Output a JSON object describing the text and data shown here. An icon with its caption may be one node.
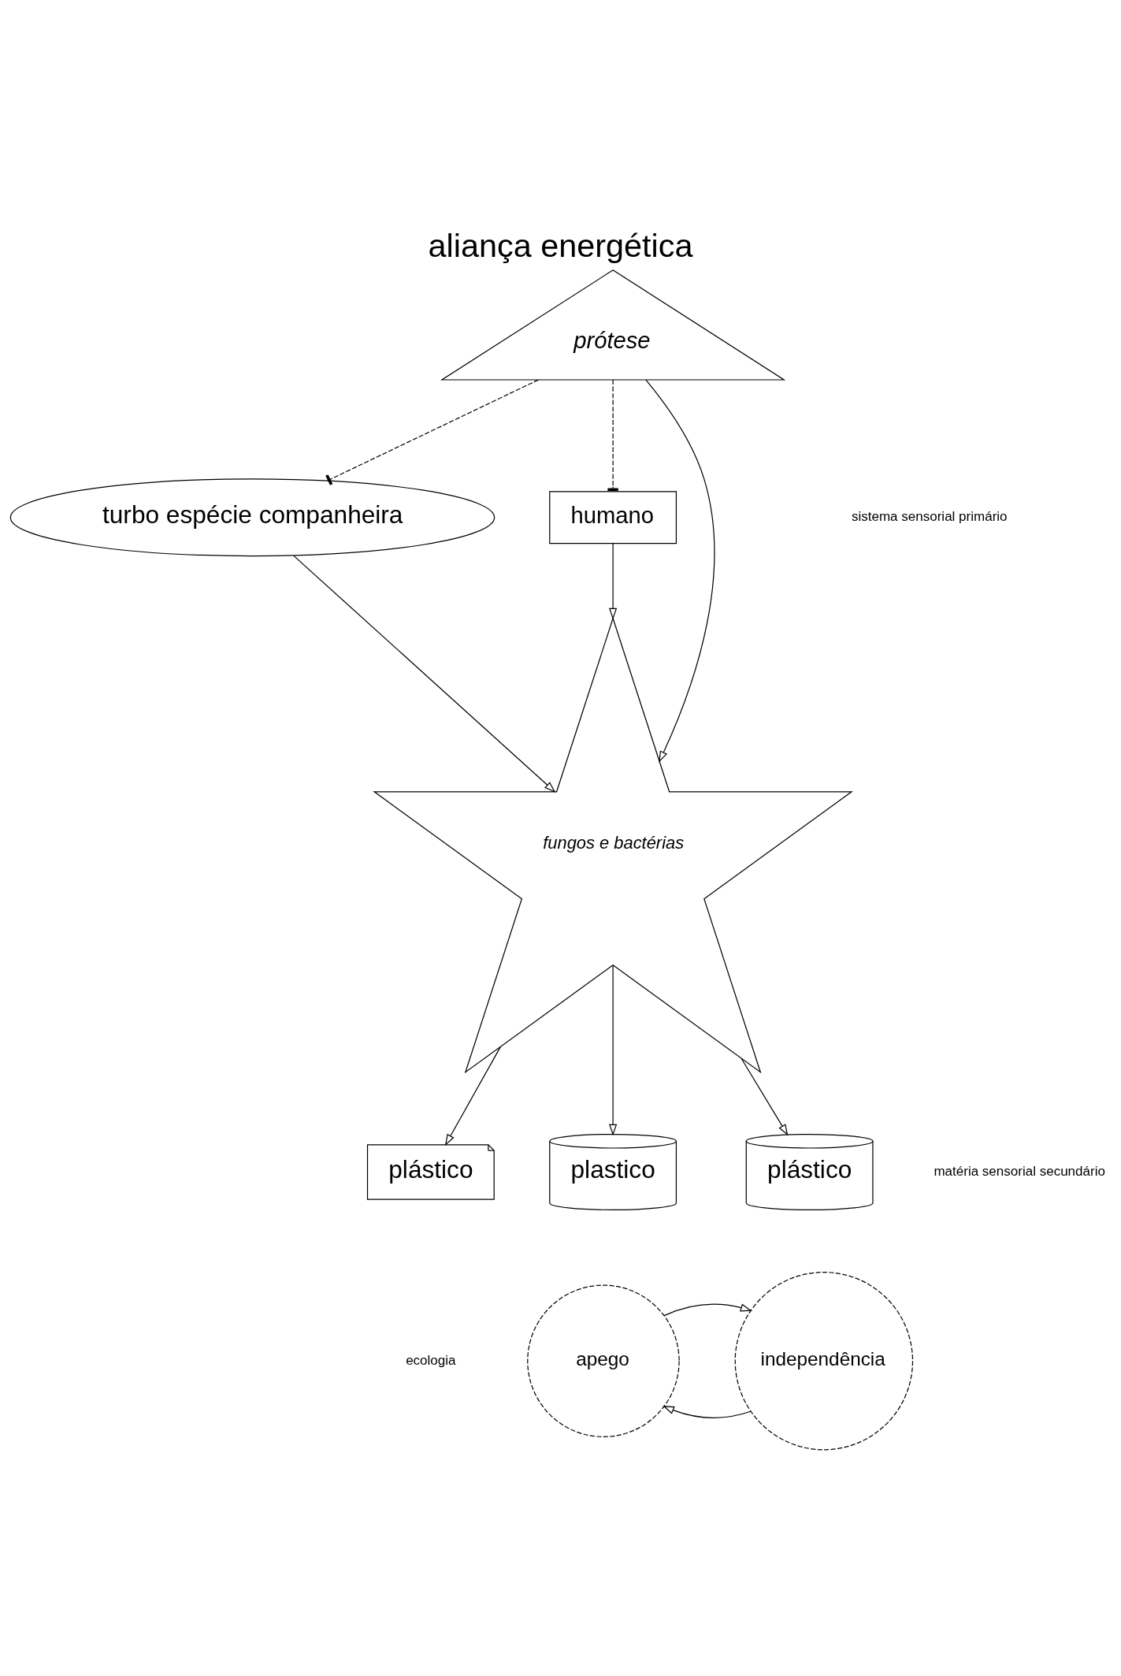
{
  "diagram": {
    "title": "aliança energética",
    "nodes": [
      {
        "text": [
          "turbo espécie companheira"
        ]
      },
      {
        "text": [
          "prótese"
        ]
      },
      {
        "text": [
          "humano"
        ]
      },
      {
        "text": [
          "fungos e bactérias"
        ]
      },
      {
        "text": [
          "plastico"
        ]
      },
      {
        "text": [
          "plástico"
        ]
      },
      {
        "text": [
          "plástico"
        ]
      },
      {
        "text": [
          "apego"
        ]
      },
      {
        "text": [
          "independência"
        ]
      }
    ],
    "edges": [
      {
        "from": 1,
        "to": 0,
        "arrow": "other",
        "style": "dashed"
      },
      {
        "from": 1,
        "to": 2,
        "arrow": "other",
        "style": "dashed"
      },
      {
        "from": 0,
        "to": 3,
        "arrow": "to"
      },
      {
        "from": 1,
        "to": 3,
        "arrow": "to"
      },
      {
        "from": 2,
        "to": 3,
        "arrow": "to"
      },
      {
        "from": 3,
        "to": 4,
        "arrow": "to"
      },
      {
        "from": 3,
        "to": 5,
        "arrow": "to"
      },
      {
        "from": 3,
        "to": 6,
        "arrow": "to"
      },
      {
        "from": 8,
        "to": 7,
        "arrow": "to"
      },
      {
        "from": 7,
        "to": 8,
        "arrow": "to"
      }
    ],
    "labels": [
      "sistema sensorial primário",
      "matéria sensorial secundário",
      "ecologia"
    ]
  }
}
